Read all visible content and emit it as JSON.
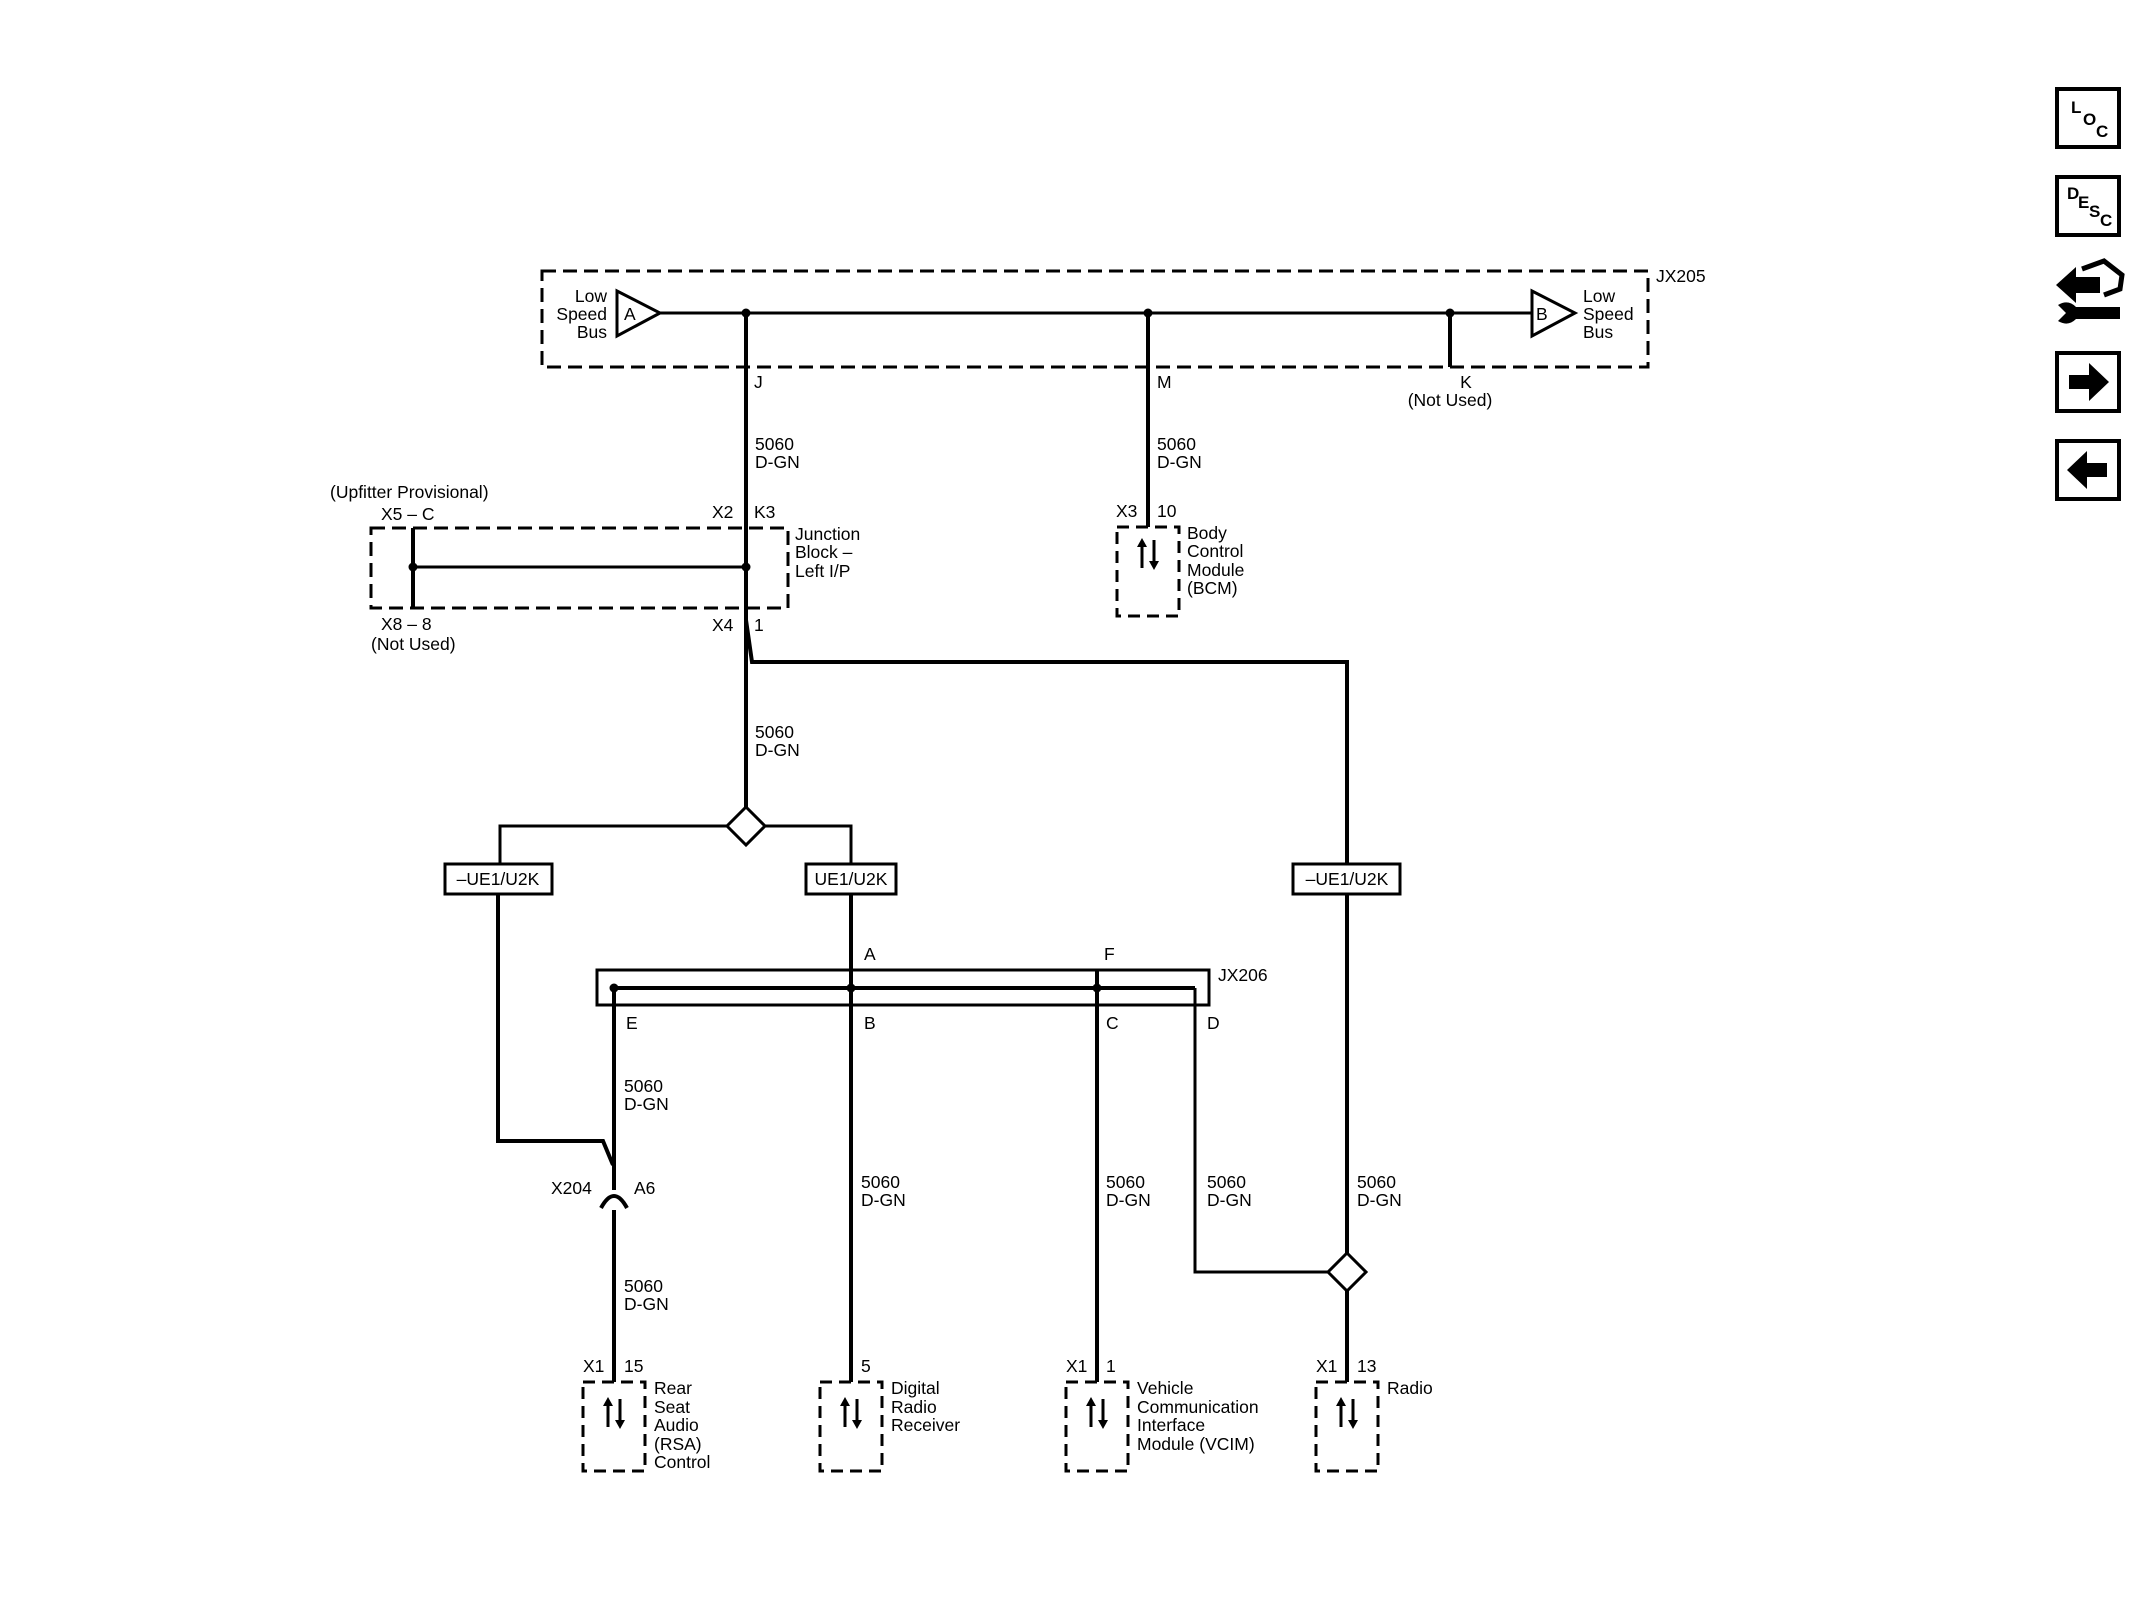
{
  "nav": {
    "loc": [
      "L",
      "O",
      "C"
    ],
    "desc": [
      "D",
      "E",
      "S",
      "C"
    ]
  },
  "bus_top": {
    "connector": "JX205",
    "left_label": [
      "Low",
      "Speed",
      "Bus"
    ],
    "left_pin": "A",
    "right_label": [
      "Low",
      "Speed",
      "Bus"
    ],
    "right_pin": "B",
    "pin_j": "J",
    "pin_m": "M",
    "pin_k": "K",
    "not_used": "(Not Used)"
  },
  "wire": {
    "circuit": "5060",
    "color": "D-GN"
  },
  "junction_block": {
    "upfitter": "(Upfitter Provisional)",
    "x5": "X5 – C",
    "x2": "X2",
    "k3": "K3",
    "name": [
      "Junction",
      "Block –",
      "Left I/P"
    ],
    "x8": "X8 – 8",
    "not_used": "(Not Used)",
    "x4": "X4",
    "pin1": "1"
  },
  "bcm": {
    "x3": "X3",
    "pin": "10",
    "name": [
      "Body",
      "Control",
      "Module",
      "(BCM)"
    ]
  },
  "options": {
    "neg_left": "–UE1/U2K",
    "pos_mid": "UE1/U2K",
    "neg_right": "–UE1/U2K"
  },
  "jx206": {
    "connector": "JX206",
    "a": "A",
    "f": "F",
    "e": "E",
    "b": "B",
    "c": "C",
    "d": "D"
  },
  "x204": {
    "connector": "X204",
    "pin": "A6"
  },
  "modules": {
    "rsa": {
      "x": "X1",
      "pin": "15",
      "name": [
        "Rear",
        "Seat",
        "Audio",
        "(RSA)",
        "Control"
      ]
    },
    "drr": {
      "pin": "5",
      "name": [
        "Digital",
        "Radio",
        "Receiver"
      ]
    },
    "vcim": {
      "x": "X1",
      "pin": "1",
      "name": [
        "Vehicle",
        "Communication",
        "Interface",
        "Module (VCIM)"
      ]
    },
    "radio": {
      "x": "X1",
      "pin": "13",
      "name": [
        "Radio"
      ]
    }
  }
}
